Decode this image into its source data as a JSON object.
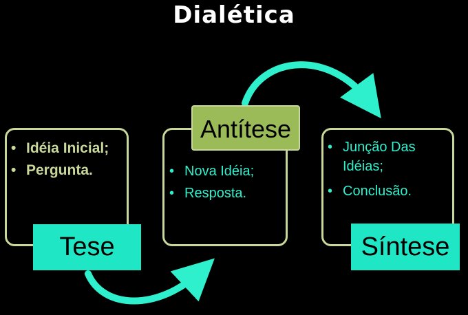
{
  "title": "Dialética",
  "colors": {
    "background": "#000000",
    "box_border": "#c8d89a",
    "accent_label": "#1fe6c5",
    "antitese_label": "#9bbb59",
    "arrow": "#2ff0cc",
    "bullet_text_tese": "#c8d89a",
    "bullet_text_other": "#2ff0cc"
  },
  "tese": {
    "label": "Tese",
    "items": [
      "Idéia Inicial;",
      "Pergunta."
    ]
  },
  "antitese": {
    "label": "Antítese",
    "items": [
      "Nova Idéia;",
      "Resposta."
    ]
  },
  "sintese": {
    "label": "Síntese",
    "items": [
      "Junção Das Idéias;",
      "Conclusão."
    ]
  }
}
